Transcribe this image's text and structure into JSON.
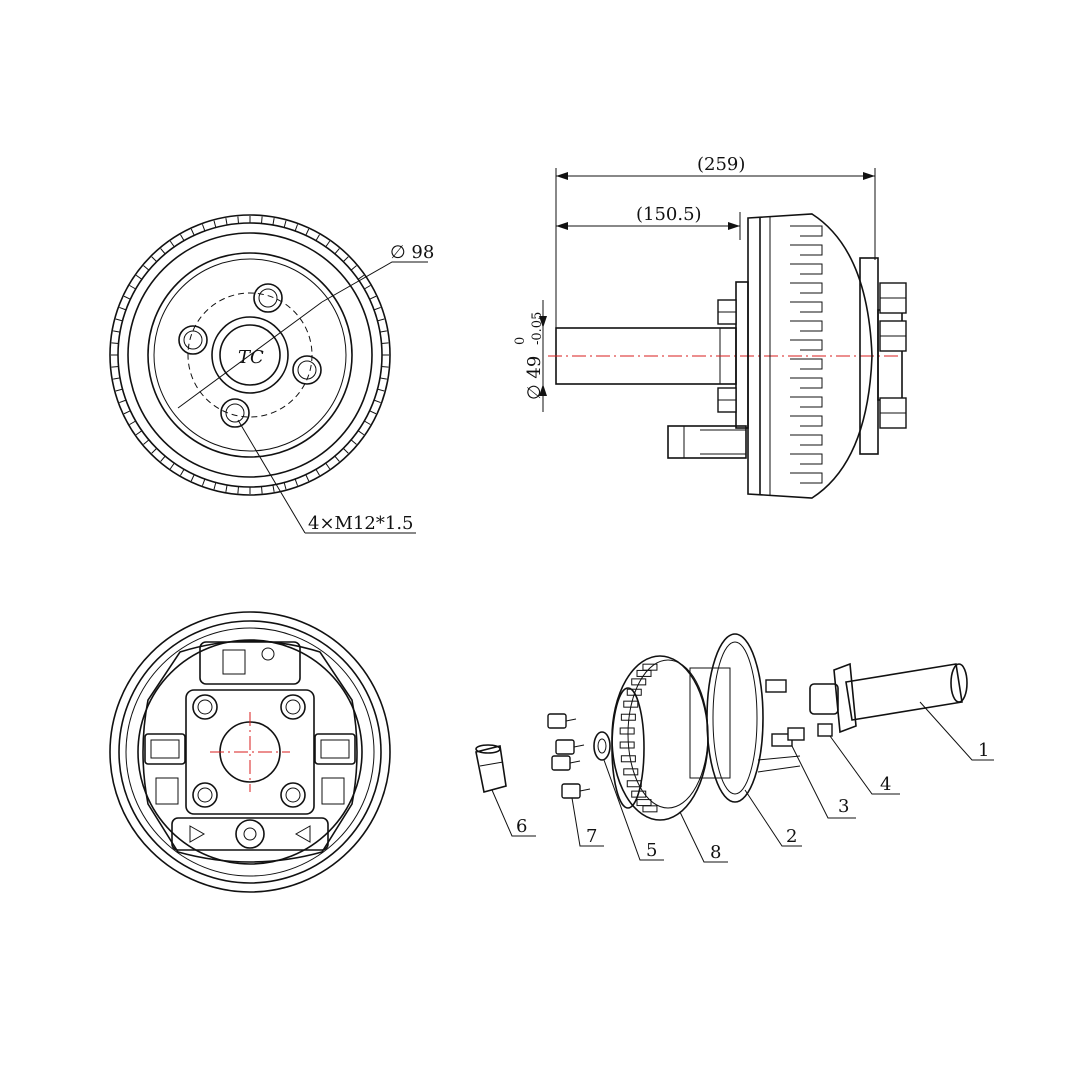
{
  "dimensions": {
    "overall_length": "(259)",
    "shaft_length": "(150.5)",
    "shaft_diameter": "∅ 49",
    "tol_upper": "0",
    "tol_lower": "-0.05",
    "drum_diameter": "∅ 98",
    "thread_spec": "4×M12*1.5",
    "logo_text": "TC"
  },
  "parts": [
    "1",
    "2",
    "3",
    "4",
    "5",
    "6",
    "7",
    "8"
  ],
  "colors": {
    "line": "#111111",
    "centerline": "#d81e1e",
    "background": "#ffffff"
  }
}
